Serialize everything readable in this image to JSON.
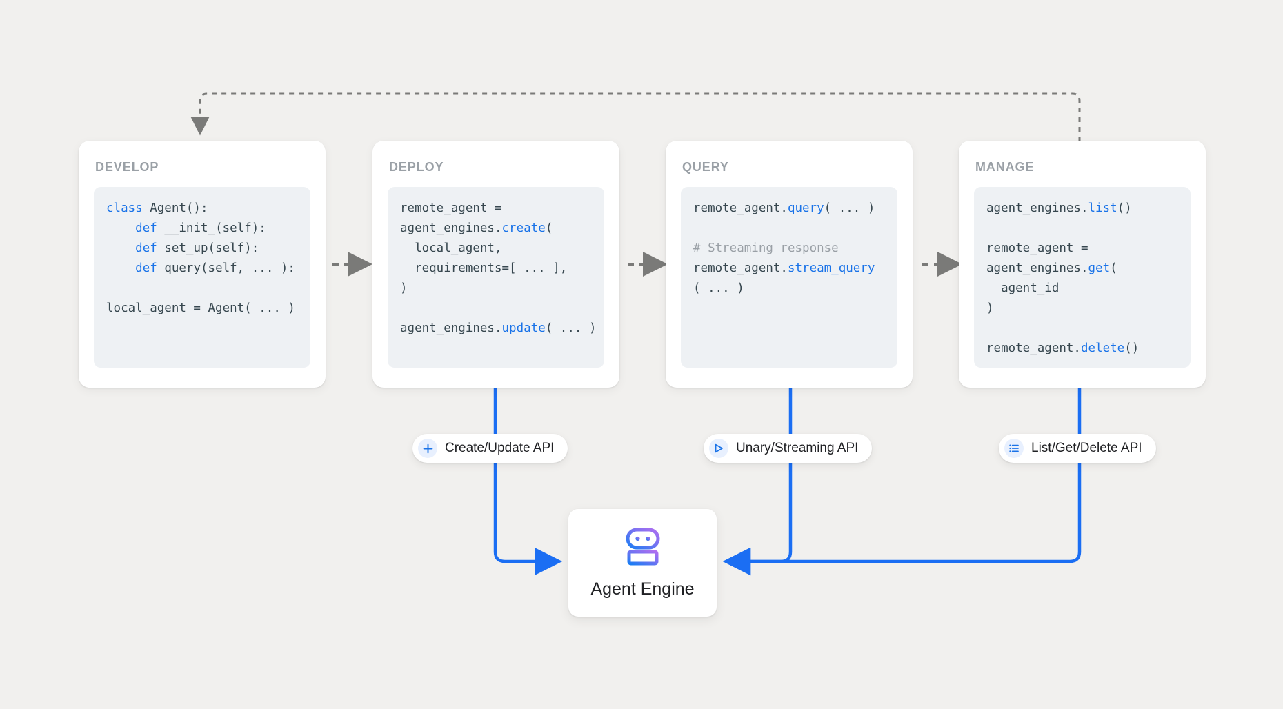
{
  "theme": {
    "background": "#f1f0ee",
    "card_bg": "#ffffff",
    "code_bg": "#eef1f4",
    "accent_blue": "#1a73e8",
    "wire_blue": "#1b6ef3",
    "dashed_gray": "#7a7a78",
    "title_gray": "#9aa0a6",
    "code_text": "#37474f"
  },
  "stages": [
    {
      "title": "DEVELOP",
      "code_lines": [
        [
          {
            "t": "class ",
            "c": "k"
          },
          {
            "t": "Agent():",
            "c": ""
          }
        ],
        [
          {
            "t": "    ",
            "c": ""
          },
          {
            "t": "def ",
            "c": "k"
          },
          {
            "t": "__init_(self):",
            "c": ""
          }
        ],
        [
          {
            "t": "    ",
            "c": ""
          },
          {
            "t": "def ",
            "c": "k"
          },
          {
            "t": "set_up(self):",
            "c": ""
          }
        ],
        [
          {
            "t": "    ",
            "c": ""
          },
          {
            "t": "def ",
            "c": "k"
          },
          {
            "t": "query(self, ... ):",
            "c": ""
          }
        ],
        [
          {
            "t": "",
            "c": ""
          }
        ],
        [
          {
            "t": "local_agent = Agent( ... )",
            "c": ""
          }
        ]
      ]
    },
    {
      "title": "DEPLOY",
      "code_lines": [
        [
          {
            "t": "remote_agent =",
            "c": ""
          }
        ],
        [
          {
            "t": "agent_engines.",
            "c": ""
          },
          {
            "t": "create",
            "c": "m"
          },
          {
            "t": "(",
            "c": ""
          }
        ],
        [
          {
            "t": "  local_agent,",
            "c": ""
          }
        ],
        [
          {
            "t": "  requirements=[ ... ],",
            "c": ""
          }
        ],
        [
          {
            "t": ")",
            "c": ""
          }
        ],
        [
          {
            "t": "",
            "c": ""
          }
        ],
        [
          {
            "t": "agent_engines.",
            "c": ""
          },
          {
            "t": "update",
            "c": "m"
          },
          {
            "t": "( ... )",
            "c": ""
          }
        ]
      ]
    },
    {
      "title": "QUERY",
      "code_lines": [
        [
          {
            "t": "remote_agent.",
            "c": ""
          },
          {
            "t": "query",
            "c": "m"
          },
          {
            "t": "( ... )",
            "c": ""
          }
        ],
        [
          {
            "t": "",
            "c": ""
          }
        ],
        [
          {
            "t": "# Streaming response",
            "c": "cm"
          }
        ],
        [
          {
            "t": "remote_agent.",
            "c": ""
          },
          {
            "t": "stream_query",
            "c": "m"
          }
        ],
        [
          {
            "t": "( ... )",
            "c": ""
          }
        ]
      ]
    },
    {
      "title": "MANAGE",
      "code_lines": [
        [
          {
            "t": "agent_engines.",
            "c": ""
          },
          {
            "t": "list",
            "c": "m"
          },
          {
            "t": "()",
            "c": ""
          }
        ],
        [
          {
            "t": "",
            "c": ""
          }
        ],
        [
          {
            "t": "remote_agent =",
            "c": ""
          }
        ],
        [
          {
            "t": "agent_engines.",
            "c": ""
          },
          {
            "t": "get",
            "c": "m"
          },
          {
            "t": "(",
            "c": ""
          }
        ],
        [
          {
            "t": "  agent_id",
            "c": ""
          }
        ],
        [
          {
            "t": ")",
            "c": ""
          }
        ],
        [
          {
            "t": "",
            "c": ""
          }
        ],
        [
          {
            "t": "remote_agent.",
            "c": ""
          },
          {
            "t": "delete",
            "c": "m"
          },
          {
            "t": "()",
            "c": ""
          }
        ]
      ]
    }
  ],
  "api_pills": [
    {
      "label": "Create/Update API",
      "icon": "plus-icon"
    },
    {
      "label": "Unary/Streaming API",
      "icon": "send-triangle-icon"
    },
    {
      "label": "List/Get/Delete API",
      "icon": "list-icon"
    }
  ],
  "engine": {
    "label": "Agent Engine",
    "icon": "robot-icon"
  },
  "flow": {
    "feedback_label": "",
    "step_arrows": 3
  }
}
